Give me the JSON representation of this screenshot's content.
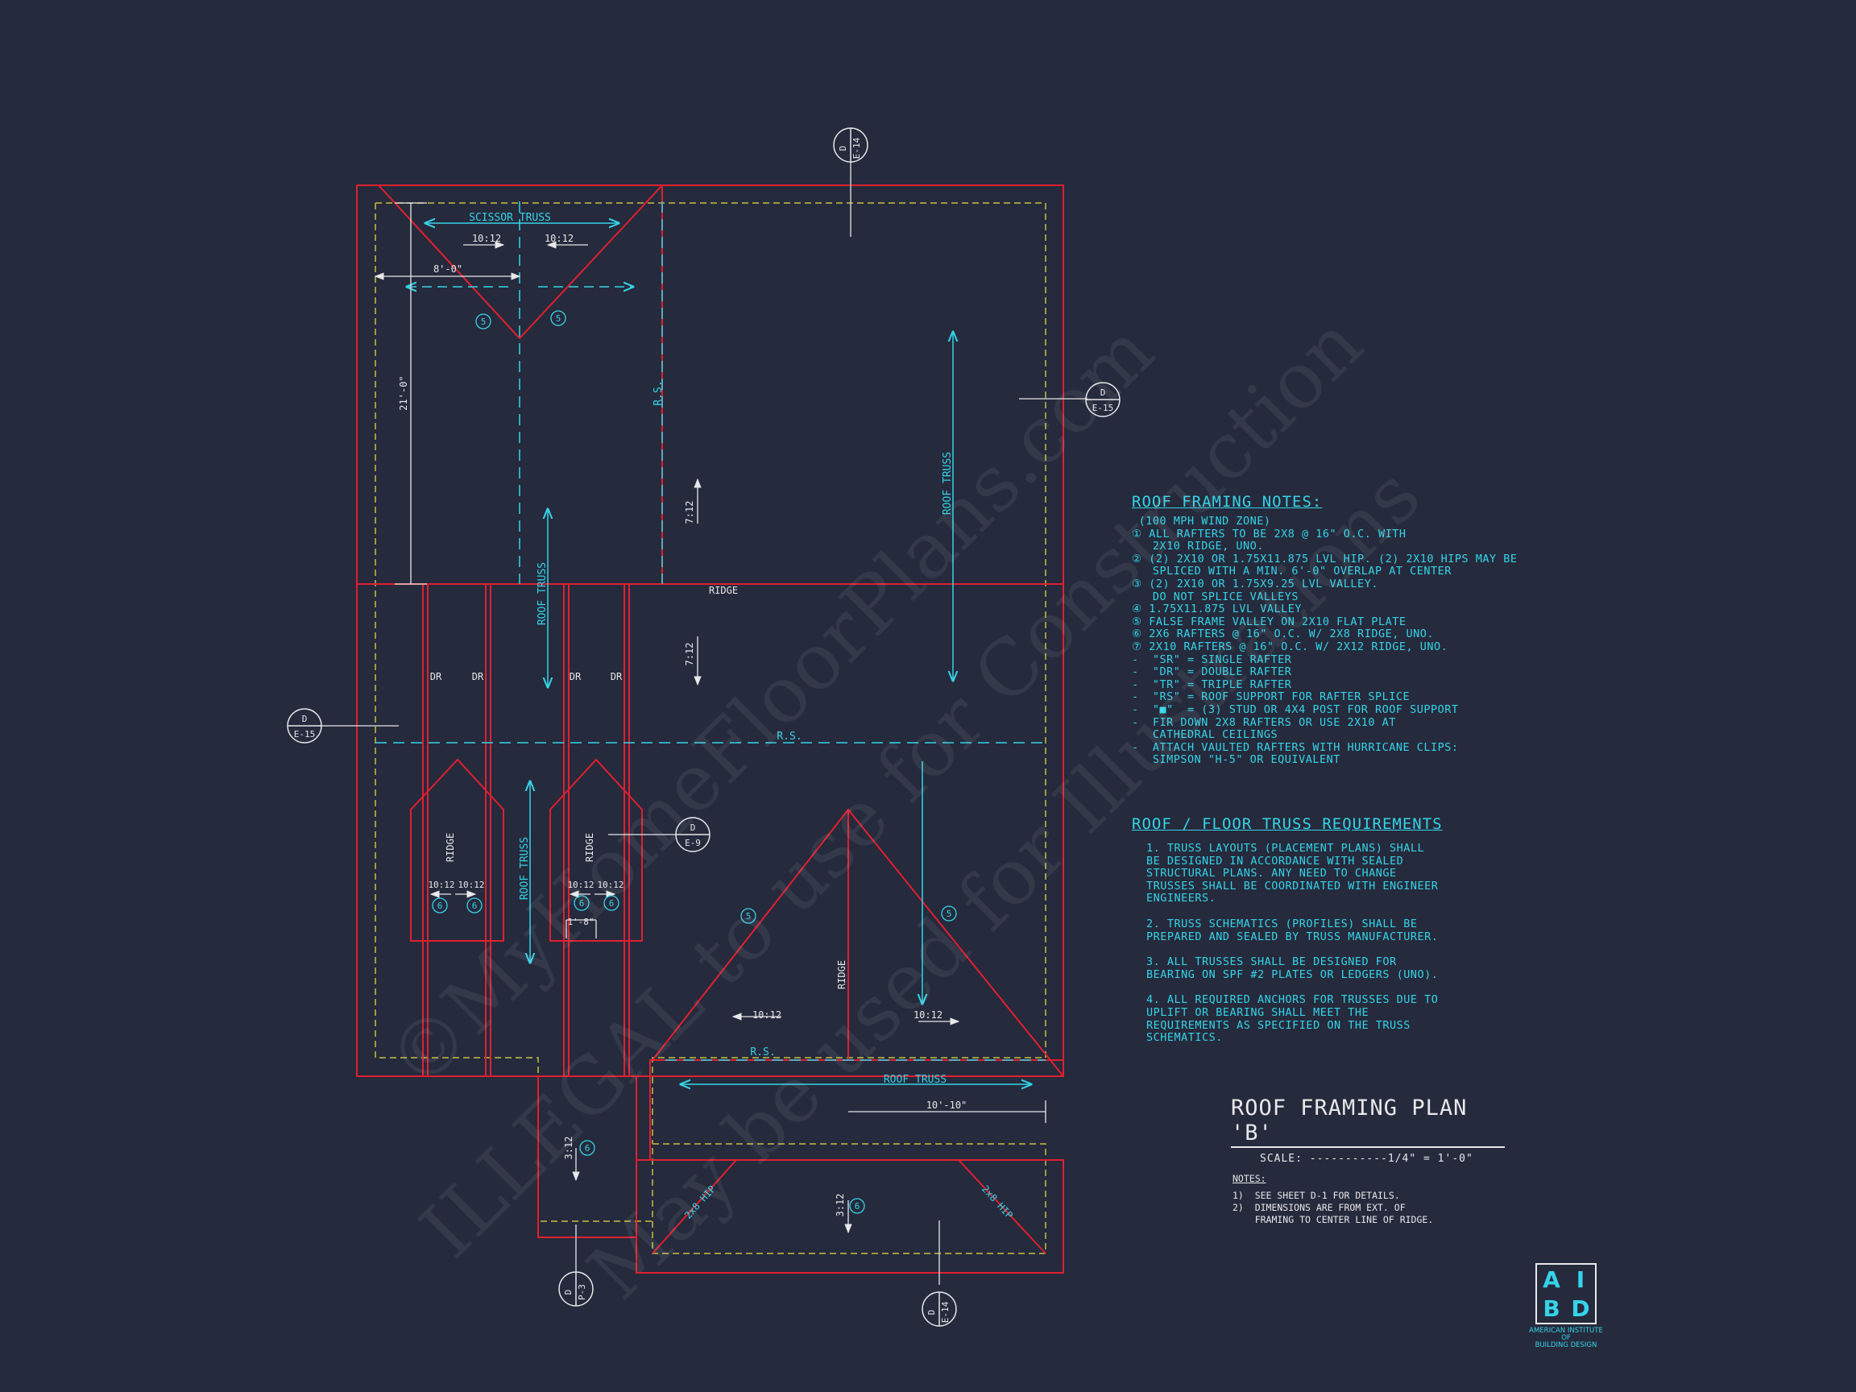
{
  "colors": {
    "background": "#252a3c",
    "wall": "#e02030",
    "cyan": "#35d4e8",
    "text": "#e8e8ea",
    "yellow": "#c8c040"
  },
  "plan": {
    "scissor_truss": "SCISSOR TRUSS",
    "pitch_1012": "10:12",
    "pitch_712": "7:12",
    "pitch_312": "3:12",
    "dim_8ft": "8'-0\"",
    "dim_21ft": "21'-0\"",
    "dim_1ft8": "1'-8\"",
    "dim_10ft10": "10'-10\"",
    "rs": "R.S.",
    "ridge": "RIDGE",
    "roof_truss": "ROOF TRUSS",
    "dr": "DR",
    "hip": "2x8 HIP",
    "tag5": "5",
    "tag6": "6"
  },
  "callouts": {
    "top": {
      "letter": "D",
      "sheet": "E-14"
    },
    "right": {
      "letter": "D",
      "sheet": "E-15"
    },
    "left": {
      "letter": "D",
      "sheet": "E-15"
    },
    "mid": {
      "letter": "D",
      "sheet": "E-9"
    },
    "bottom_left": {
      "letter": "D",
      "sheet": "P-3"
    },
    "bottom": {
      "letter": "D",
      "sheet": "E-14"
    }
  },
  "framing_notes": {
    "title": "ROOF FRAMING NOTES:",
    "lines": [
      " (100 MPH WIND ZONE)",
      "① ALL RAFTERS TO BE 2x8 @ 16\" O.C. WITH",
      "   2x10 RIDGE, UNO.",
      "② (2) 2x10 OR 1.75x11.875 LVL HIP. (2) 2x10 HIPS MAY BE",
      "   SPLICED WITH A MIN. 6'-0\" OVERLAP AT CENTER",
      "③ (2) 2x10 OR 1.75x9.25 LVL VALLEY.",
      "   DO NOT SPLICE VALLEYS",
      "④ 1.75x11.875 LVL VALLEY",
      "⑤ FALSE FRAME VALLEY ON 2x10 FLAT PLATE",
      "⑥ 2x6 RAFTERS @ 16\" O.C. W/ 2x8 RIDGE, UNO.",
      "⑦ 2x10 RAFTERS @ 16\" O.C. W/ 2x12 RIDGE, UNO.",
      "-  \"SR\" = SINGLE RAFTER",
      "-  \"DR\" = DOUBLE RAFTER",
      "-  \"TR\" = TRIPLE RAFTER",
      "-  \"RS\" = ROOF SUPPORT FOR RAFTER SPLICE",
      "-  \"■\"  = (3) STUD OR 4x4 POST FOR ROOF SUPPORT",
      "-  FIR DOWN 2x8 RAFTERS OR USE 2x10 AT",
      "   CATHEDRAL CEILINGS",
      "-  ATTACH VAULTED RAFTERS WITH HURRICANE CLIPS:",
      "   SIMPSON \"H-5\" OR EQUIVALENT"
    ]
  },
  "truss_requirements": {
    "title": "ROOF / FLOOR  TRUSS REQUIREMENTS",
    "items": [
      "1. TRUSS LAYOUTS (PLACEMENT PLANS) SHALL BE DESIGNED IN ACCORDANCE WITH SEALED STRUCTURAL PLANS. ANY NEED TO CHANGE TRUSSES SHALL BE COORDINATED WITH ENGINEER ENGINEERS.",
      "2. TRUSS SCHEMATICS (PROFILES) SHALL BE PREPARED AND SEALED BY TRUSS MANUFACTURER.",
      "3. ALL TRUSSES SHALL BE DESIGNED FOR BEARING ON SPF #2 PLATES OR LEDGERS (UNO).",
      "4. ALL REQUIRED ANCHORS FOR TRUSSES DUE TO UPLIFT OR BEARING SHALL MEET THE REQUIREMENTS AS SPECIFIED ON THE TRUSS SCHEMATICS."
    ]
  },
  "title_block": {
    "title": "ROOF FRAMING PLAN 'B'",
    "scale": "SCALE: -----------1/4\" = 1'-0\""
  },
  "general_notes": {
    "heading": "NOTES:",
    "lines": [
      "1)  SEE SHEET D-1 FOR DETAILS.",
      "2)  DIMENSIONS ARE FROM EXT. OF",
      "    FRAMING TO CENTER LINE OF RIDGE."
    ]
  },
  "logo": {
    "letters": [
      "A",
      "I",
      "B",
      "D"
    ],
    "caption_line1": "AMERICAN INSTITUTE",
    "caption_line2": "OF",
    "caption_line3": "BUILDING DESIGN"
  },
  "watermark": {
    "line1": "©MyHomeFloorPlans.com",
    "line2": "ILLEGAL to use for Construction",
    "line3": "May be used for Illustrations"
  }
}
